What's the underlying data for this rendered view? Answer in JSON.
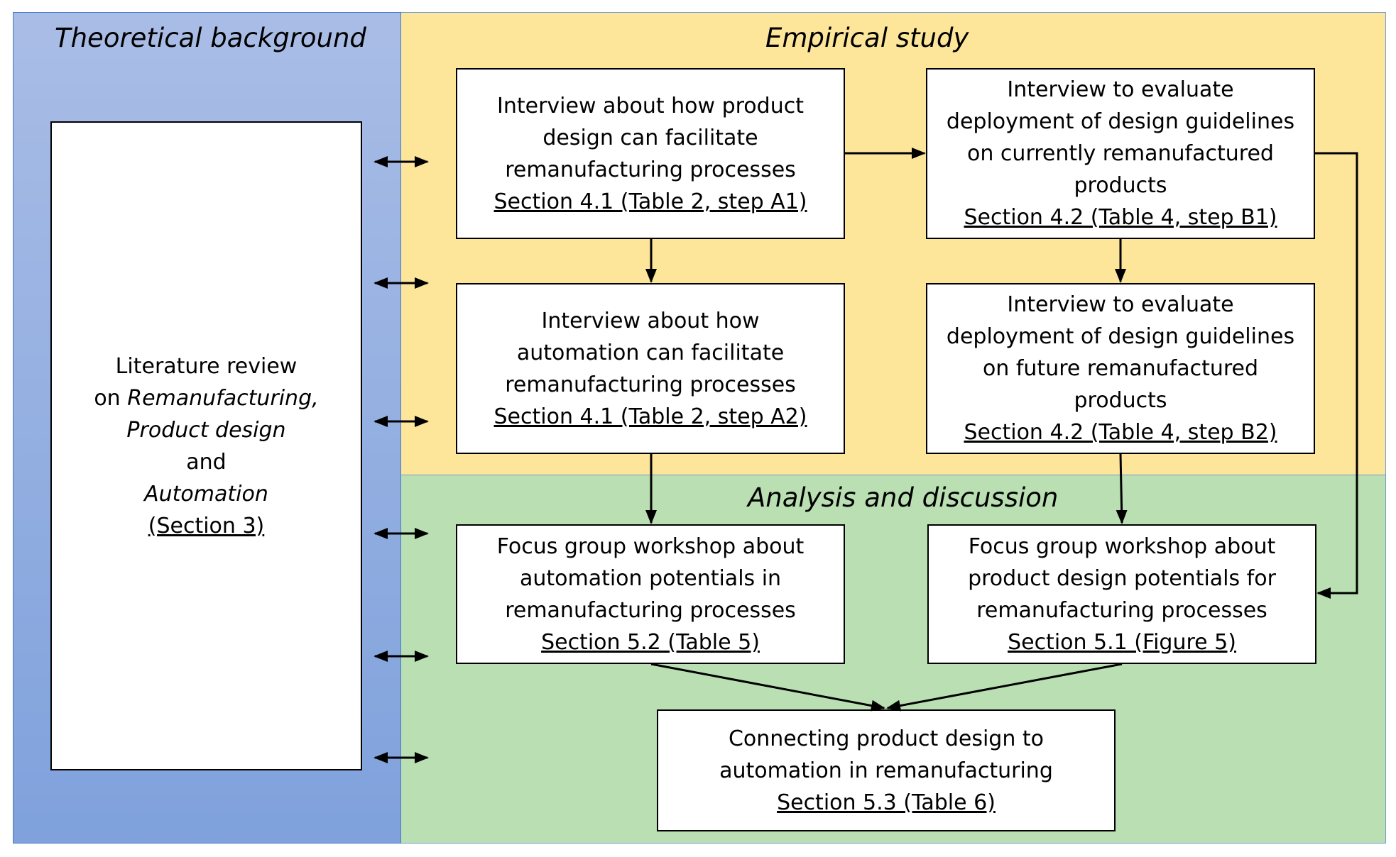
{
  "regions": {
    "theoretical": {
      "title": "Theoretical background",
      "color": "#8eabdf"
    },
    "empirical": {
      "title": "Empirical study",
      "color": "#fde59a"
    },
    "analysis": {
      "title": "Analysis and discussion",
      "color": "#b9dfb2"
    }
  },
  "boxes": {
    "literature": {
      "line1": "Literature review",
      "line2_prefix": "on ",
      "line2_italic": "Remanufacturing,",
      "line3_italic": "Product design",
      "line4": "and",
      "line5_italic": "Automation",
      "ref": "(Section 3)"
    },
    "a1": {
      "lines": [
        "Interview about how product",
        "design can facilitate",
        "remanufacturing processes"
      ],
      "ref": "Section 4.1 (Table 2, step A1)"
    },
    "a2": {
      "lines": [
        "Interview about how",
        "automation can facilitate",
        "remanufacturing processes"
      ],
      "ref": "Section 4.1 (Table 2, step A2)"
    },
    "b1": {
      "lines": [
        "Interview to evaluate",
        "deployment of design guidelines",
        "on currently remanufactured",
        "products"
      ],
      "ref": "Section 4.2 (Table 4, step B1)"
    },
    "b2": {
      "lines": [
        "Interview to evaluate",
        "deployment of design guidelines",
        "on future remanufactured",
        "products"
      ],
      "ref": "Section 4.2 (Table 4, step B2)"
    },
    "fg_automation": {
      "lines": [
        "Focus group workshop about",
        "automation potentials in",
        "remanufacturing processes"
      ],
      "ref": "Section 5.2 (Table 5)"
    },
    "fg_design": {
      "lines": [
        "Focus group workshop about",
        "product design potentials for",
        "remanufacturing processes"
      ],
      "ref": "Section 5.1 (Figure 5)"
    },
    "connecting": {
      "lines": [
        "Connecting product design to",
        "automation in remanufacturing"
      ],
      "ref": "Section 5.3 (Table 6)"
    }
  }
}
